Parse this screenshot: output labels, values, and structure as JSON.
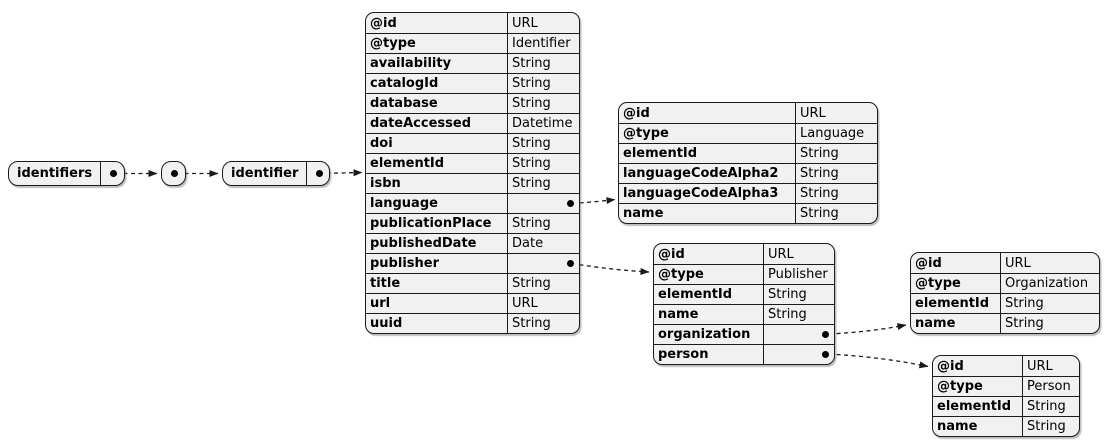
{
  "colors": {
    "background": "#FFFFFF",
    "node_fill": "#F1F1F1",
    "border": "#1B1B1B",
    "text": "#000000"
  },
  "nodes": {
    "identifiers": {
      "label": "identifiers"
    },
    "collection_item": {
      "label": ""
    },
    "identifier": {
      "label": "identifier"
    }
  },
  "tables": {
    "identifier": {
      "rows": [
        {
          "field": "@id",
          "type": "URL"
        },
        {
          "field": "@type",
          "type": "Identifier"
        },
        {
          "field": "availability",
          "type": "String"
        },
        {
          "field": "catalogId",
          "type": "String"
        },
        {
          "field": "database",
          "type": "String"
        },
        {
          "field": "dateAccessed",
          "type": "Datetime"
        },
        {
          "field": "doi",
          "type": "String"
        },
        {
          "field": "elementId",
          "type": "String"
        },
        {
          "field": "isbn",
          "type": "String"
        },
        {
          "field": "language",
          "type": "",
          "port": true
        },
        {
          "field": "publicationPlace",
          "type": "String"
        },
        {
          "field": "publishedDate",
          "type": "Date"
        },
        {
          "field": "publisher",
          "type": "",
          "port": true
        },
        {
          "field": "title",
          "type": "String"
        },
        {
          "field": "url",
          "type": "URL"
        },
        {
          "field": "uuid",
          "type": "String"
        }
      ]
    },
    "language": {
      "rows": [
        {
          "field": "@id",
          "type": "URL"
        },
        {
          "field": "@type",
          "type": "Language"
        },
        {
          "field": "elementId",
          "type": "String"
        },
        {
          "field": "languageCodeAlpha2",
          "type": "String"
        },
        {
          "field": "languageCodeAlpha3",
          "type": "String"
        },
        {
          "field": "name",
          "type": "String"
        }
      ]
    },
    "publisher": {
      "rows": [
        {
          "field": "@id",
          "type": "URL"
        },
        {
          "field": "@type",
          "type": "Publisher"
        },
        {
          "field": "elementId",
          "type": "String"
        },
        {
          "field": "name",
          "type": "String"
        },
        {
          "field": "organization",
          "type": "",
          "port": true
        },
        {
          "field": "person",
          "type": "",
          "port": true
        }
      ]
    },
    "organization": {
      "rows": [
        {
          "field": "@id",
          "type": "URL"
        },
        {
          "field": "@type",
          "type": "Organization"
        },
        {
          "field": "elementId",
          "type": "String"
        },
        {
          "field": "name",
          "type": "String"
        }
      ]
    },
    "person": {
      "rows": [
        {
          "field": "@id",
          "type": "URL"
        },
        {
          "field": "@type",
          "type": "Person"
        },
        {
          "field": "elementId",
          "type": "String"
        },
        {
          "field": "name",
          "type": "String"
        }
      ]
    }
  }
}
